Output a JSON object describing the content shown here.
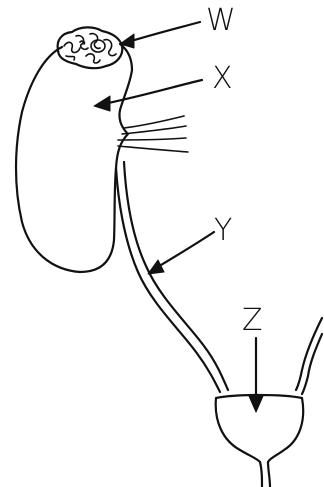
{
  "labels": {
    "w": "W",
    "x": "X",
    "y": "Y",
    "z": "Z"
  },
  "colors": {
    "ink": "#111111",
    "background": "#ffffff"
  }
}
